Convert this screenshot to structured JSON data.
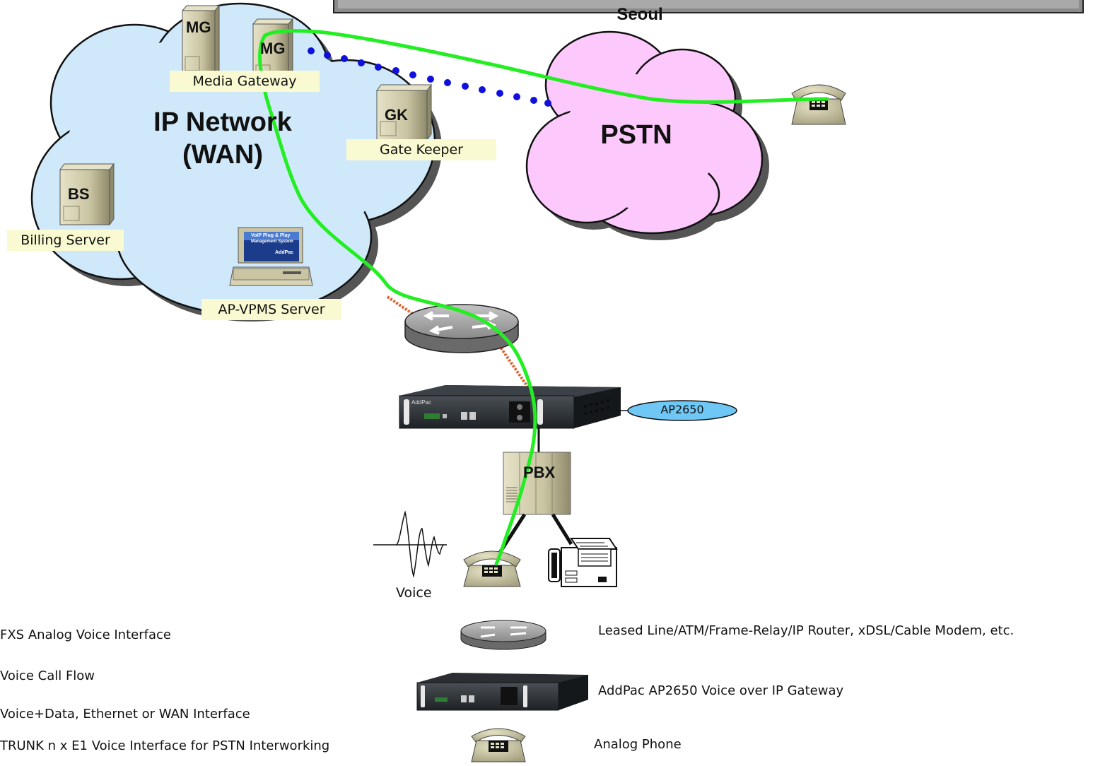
{
  "region_label": "Seoul",
  "clouds": {
    "ip_network_line1": "IP Network",
    "ip_network_line2": "(WAN)",
    "pstn": "PSTN"
  },
  "nodes": {
    "mg1_code": "MG",
    "mg2_code": "MG",
    "media_gateway_label": "Media Gateway",
    "gk_code": "GK",
    "gate_keeper_label": "Gate Keeper",
    "bs_code": "BS",
    "billing_server_label": "Billing Server",
    "vpms_label": "AP-VPMS Server",
    "vpms_screen_title": "VoIP Plug & Play",
    "vpms_screen_sub": "Management System",
    "vpms_screen_brand": "AddPac",
    "gateway_brand": "AddPac",
    "gateway_callout": "AP2650",
    "pbx_code": "PBX",
    "voice_label": "Voice"
  },
  "legend": {
    "left": [
      "FXS Analog Voice Interface",
      "Voice Call Flow",
      "Voice+Data, Ethernet or WAN Interface",
      "TRUNK n x E1 Voice Interface for PSTN Interworking"
    ],
    "router_desc": "Leased Line/ATM/Frame-Relay/IP Router, xDSL/Cable Modem, etc.",
    "gateway_desc": "AddPac AP2650 Voice over IP Gateway",
    "phone_desc": "Analog Phone"
  },
  "colors": {
    "ip_cloud": "#cfe9fb",
    "pstn_cloud": "#fdc8fb",
    "call_flow": "#22ee22",
    "trunk_dots": "#1010dd",
    "wan_link": "#e0602a",
    "device_beige": "#c9c4a2",
    "label_bg": "#fafad2",
    "callout": "#6ec7f5"
  }
}
